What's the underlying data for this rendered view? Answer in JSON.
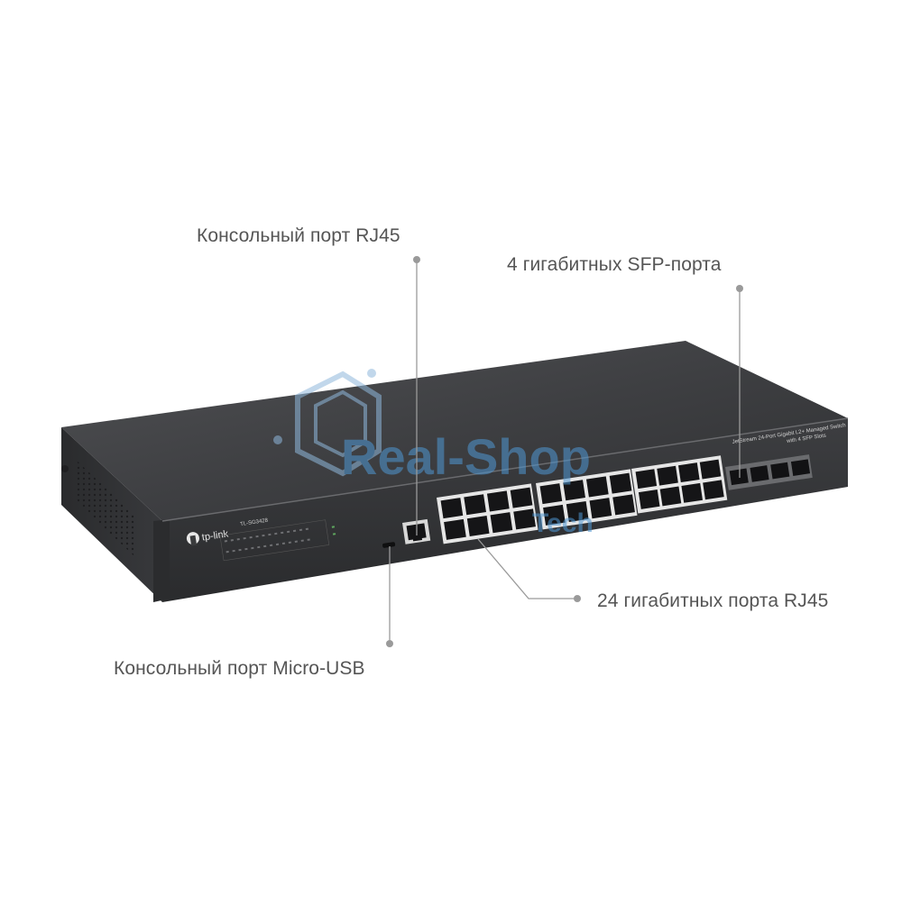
{
  "callouts": {
    "console_rj45": "Консольный порт RJ45",
    "sfp_ports": "4 гигабитных SFP-порта",
    "rj45_ports": "24 гигабитных порта RJ45",
    "console_usb": "Консольный порт Micro-USB"
  },
  "device": {
    "brand": "tp-link",
    "model": "TL-SG3428",
    "top_label_line1": "JetStream 24-Port Gigabit L2+ Managed Switch",
    "top_label_line2": "with 4 SFP Slots"
  },
  "watermark": {
    "line1": "Real-Shop",
    "line2": "Tech"
  },
  "colors": {
    "chassis": "#3a3b3d",
    "chassis_top": "#4a4b4e",
    "leader": "#9a9a9a",
    "callout_text": "#555555",
    "watermark": "#5aa3dc"
  }
}
